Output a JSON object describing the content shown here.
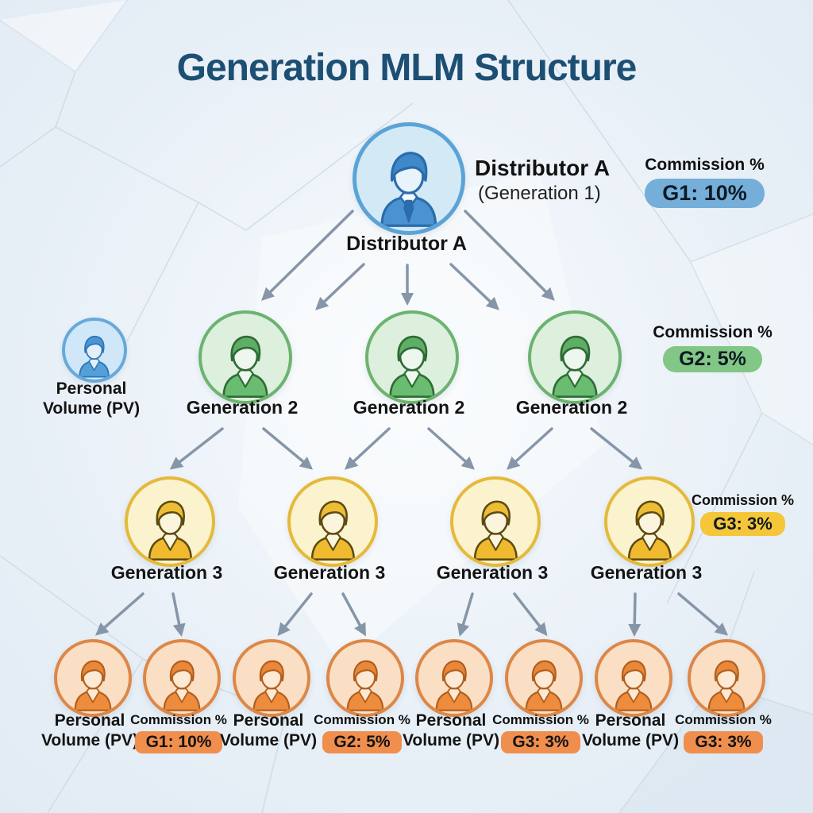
{
  "title": "Generation MLM Structure",
  "root": {
    "name": "Distributor A",
    "generation": "(Generation 1)",
    "caption": "Distributor A"
  },
  "pv_node": {
    "line1": "Personal",
    "line2": "Volume (PV)"
  },
  "side_badges": [
    {
      "heading": "Commission %",
      "value": "G1: 10%",
      "color": "#74aed9"
    },
    {
      "heading": "Commission %",
      "value": "G2: 5%",
      "color": "#82c785"
    },
    {
      "heading": "Commission %",
      "value": "G3: 3%",
      "color": "#f4c638"
    }
  ],
  "generation2": [
    {
      "label": "Generation 2"
    },
    {
      "label": "Generation 2"
    },
    {
      "label": "Generation 2"
    }
  ],
  "generation3": [
    {
      "label": "Generation 3"
    },
    {
      "label": "Generation 3"
    },
    {
      "label": "Generation 3"
    },
    {
      "label": "Generation 3"
    }
  ],
  "bottom_row": [
    {
      "kind": "pv",
      "line1": "Personal",
      "line2": "Volume (PV)"
    },
    {
      "kind": "commission",
      "heading": "Commission %",
      "value": "G1: 10%"
    },
    {
      "kind": "pv",
      "line1": "Personal",
      "line2": "Volume (PV)"
    },
    {
      "kind": "commission",
      "heading": "Commission %",
      "value": "G2: 5%"
    },
    {
      "kind": "pv",
      "line1": "Personal",
      "line2": "Volume (PV)"
    },
    {
      "kind": "commission",
      "heading": "Commission %",
      "value": "G3: 3%"
    },
    {
      "kind": "pv",
      "line1": "Personal",
      "line2": "Volume (PV)"
    },
    {
      "kind": "commission",
      "heading": "Commission %",
      "value": "G3: 3%"
    }
  ],
  "colors": {
    "title": "#1d4f73",
    "arrow": "#8696a8",
    "gen1_node": "#5ba3d6",
    "gen2_node": "#6cb370",
    "gen3_node": "#e5b93a",
    "leaf_node": "#dd8747",
    "leaf_pill": "#f08e4e",
    "background": "#e9f1f8"
  }
}
